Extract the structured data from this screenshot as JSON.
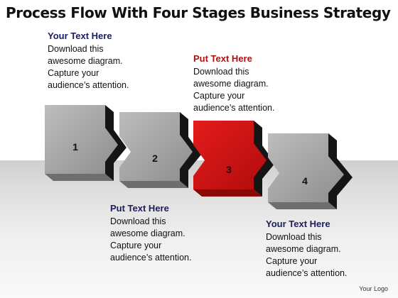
{
  "title": "Process Flow With Four Stages Business Strategy",
  "text_blocks": [
    {
      "heading": "Your Text Here",
      "body": "Download this\nawesome diagram.\nCapture your\naudience’s attention."
    },
    {
      "heading": "Put Text Here",
      "body": "Download this\nawesome diagram.\nCapture your\naudience’s attention."
    },
    {
      "heading": "Put Text Here",
      "body": "Download this\nawesome diagram.\nCapture your\naudience’s attention."
    },
    {
      "heading": "Your Text Here",
      "body": "Download this\nawesome diagram.\nCapture your\naudience’s attention."
    }
  ],
  "stages": [
    "1",
    "2",
    "3",
    "4"
  ],
  "colors": {
    "piece_gray": "#a3a3a3",
    "piece_highlight": "#d41515",
    "heading_dark": "#1d1d60",
    "heading_red": "#b01010"
  },
  "logo": "Your Logo"
}
